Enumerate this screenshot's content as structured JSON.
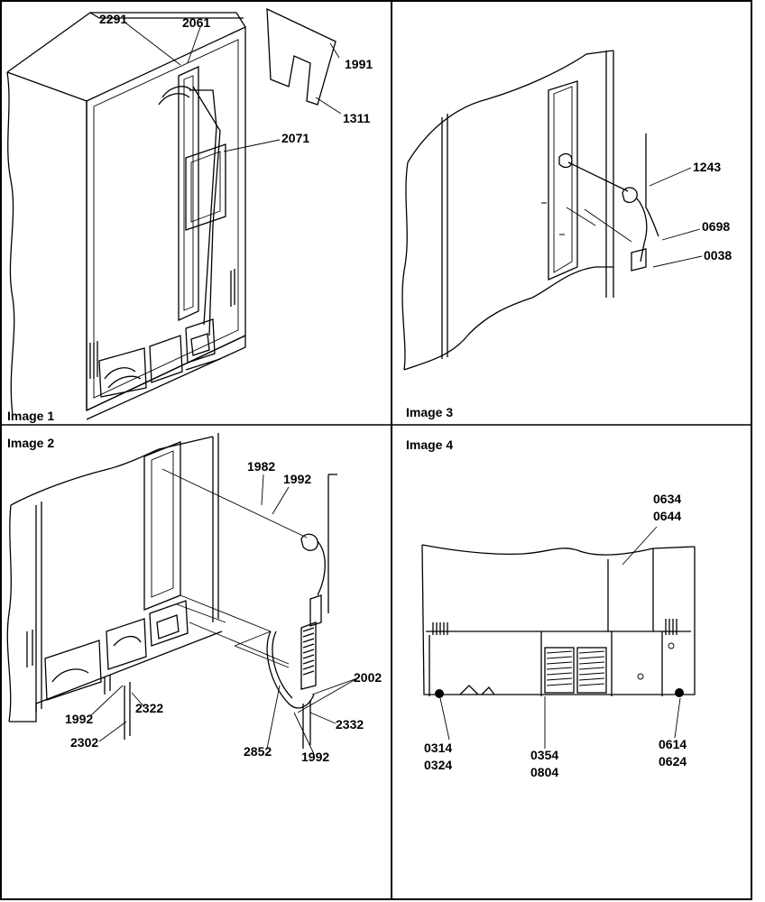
{
  "panels": [
    {
      "caption": "Image 1",
      "labels": [
        "2291",
        "2061",
        "1991",
        "1311",
        "2071"
      ]
    },
    {
      "caption": "Image 2",
      "labels": [
        "1982",
        "1992",
        "2002",
        "2322",
        "1992",
        "2302",
        "2852",
        "2332",
        "1992"
      ]
    },
    {
      "caption": "Image 3",
      "labels": [
        "1243",
        "0698",
        "0038"
      ]
    },
    {
      "caption": "Image 4",
      "labels": [
        "0634",
        "0644",
        "0314",
        "0324",
        "0354",
        "0804",
        "0614",
        "0624"
      ]
    }
  ]
}
